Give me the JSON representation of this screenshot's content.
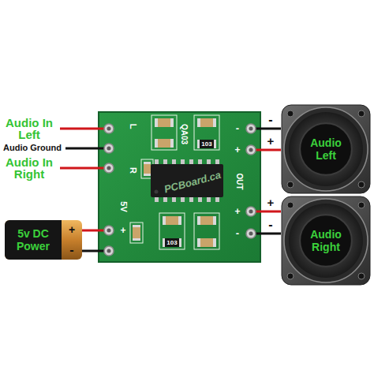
{
  "diagram": {
    "nodes": [
      {
        "text": [
          "QA03"
        ]
      },
      {
        "text": [
          "Audio Left"
        ]
      },
      {
        "text": [
          "Audio Right"
        ]
      },
      {
        "text": [
          "5v DC Power"
        ]
      }
    ],
    "edges": [
      {
        "from": 3,
        "to": 0,
        "arrow": "none"
      },
      {
        "from": 3,
        "to": 0,
        "arrow": "none"
      },
      {
        "from": 0,
        "to": 1,
        "arrow": "none"
      },
      {
        "from": 0,
        "to": 1,
        "arrow": "none"
      },
      {
        "from": 0,
        "to": 2,
        "arrow": "none"
      },
      {
        "from": 0,
        "to": 2,
        "arrow": "none"
      }
    ],
    "labels": [
      "Audio In Left",
      "Audio Ground",
      "Audio In Right",
      "+",
      "-",
      "L",
      "R",
      "5V",
      "+",
      "-",
      "+",
      "+",
      "-",
      "OUT",
      "103",
      "103",
      "PCBoard.ca",
      "-",
      "+",
      "+",
      "-"
    ]
  }
}
